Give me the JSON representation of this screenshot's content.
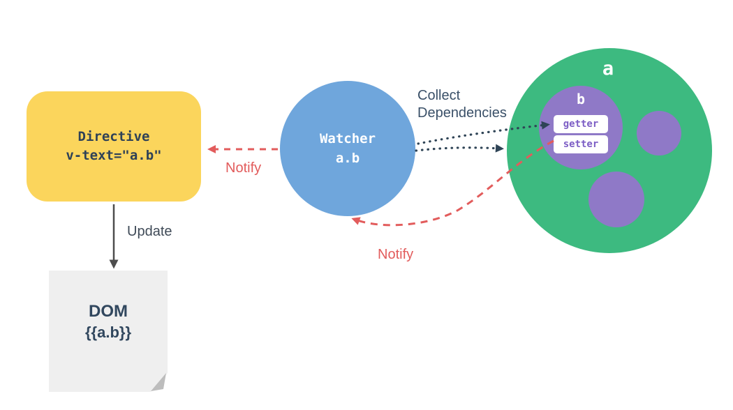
{
  "nodes": {
    "directive": {
      "line1": "Directive",
      "line2": "v-text=\"a.b\""
    },
    "watcher": {
      "line1": "Watcher",
      "line2": "a.b"
    },
    "data_a": {
      "label": "a"
    },
    "data_b": {
      "label": "b",
      "getter_label": "getter",
      "setter_label": "setter"
    },
    "dom": {
      "line1": "DOM",
      "line2": "{{a.b}}"
    }
  },
  "labels": {
    "collect_line1": "Collect",
    "collect_line2": "Dependencies",
    "notify_watcher_to_directive": "Notify",
    "notify_setter_to_watcher": "Notify",
    "update": "Update"
  },
  "colors": {
    "directive_fill": "#FBD55C",
    "watcher_fill": "#6FA6DC",
    "data_a_fill": "#3DBA80",
    "data_b_fill": "#8F79C7",
    "badge_bg": "#FFFFFF",
    "badge_text": "#7D5FC5",
    "dark_text": "#2E4157",
    "label_navy": "#3A5068",
    "notify_red": "#E25C5C",
    "dotted_arrow_navy": "#2F4456",
    "update_arrow_gray": "#4D4D4D",
    "dom_fill": "#EFEFEF",
    "dom_fold": "#BDBDBD"
  }
}
